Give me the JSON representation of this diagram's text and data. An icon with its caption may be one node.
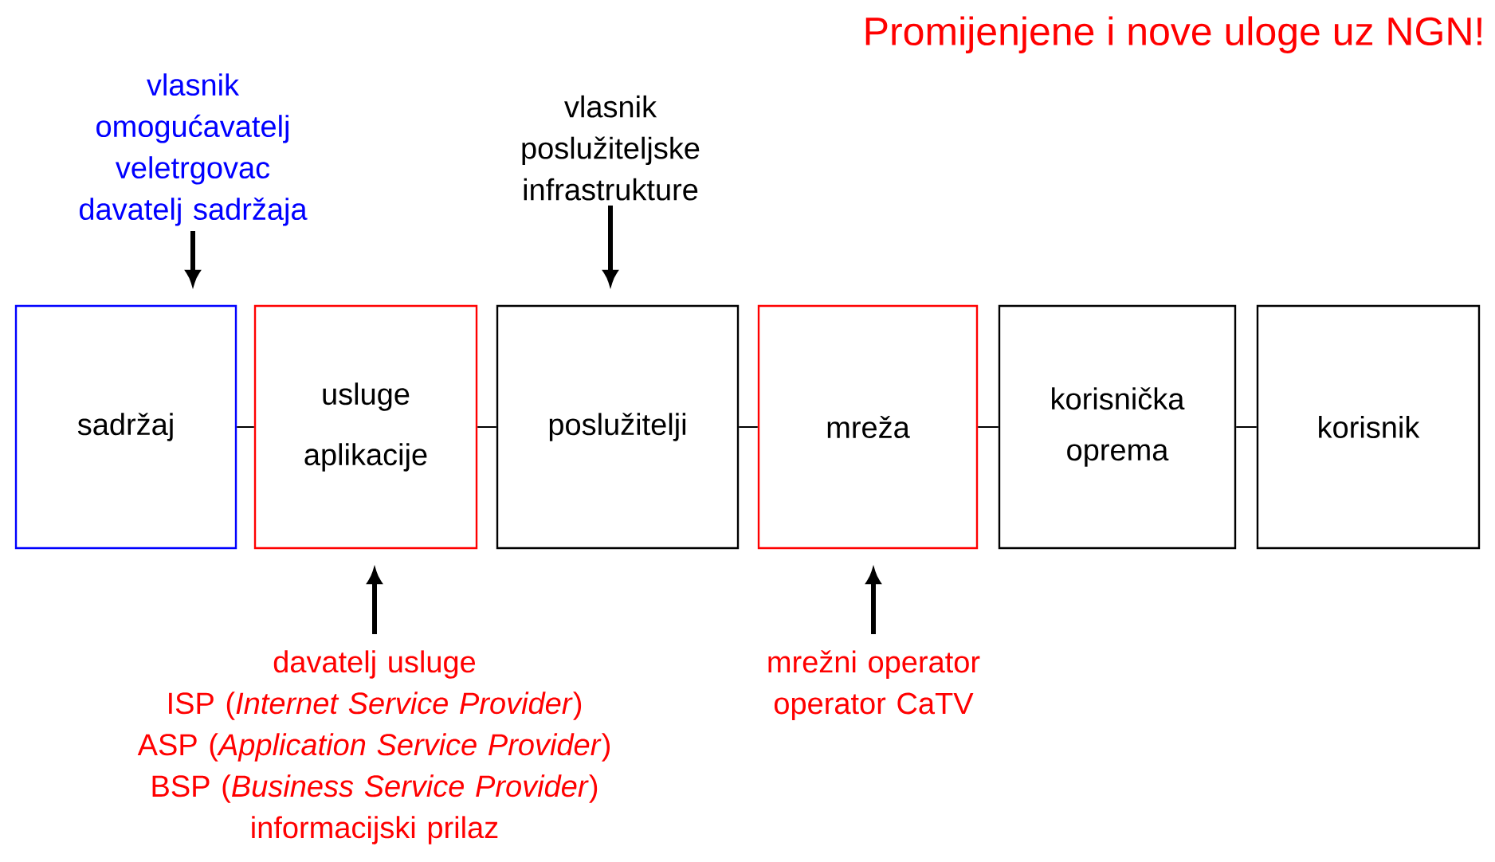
{
  "diagram": {
    "title": "Promijenjene i nove uloge uz NGN!",
    "nodes": [
      {
        "text": [
          "sadržaj"
        ]
      },
      {
        "text": [
          "usluge",
          "aplikacije"
        ]
      },
      {
        "text": [
          "poslužitelji"
        ]
      },
      {
        "text": [
          "mreža"
        ]
      },
      {
        "text": [
          "korisnička oprema"
        ]
      },
      {
        "text": [
          "korisnik"
        ]
      },
      {
        "text": [
          "vlasnik",
          "omogućavatelj",
          "veletrgovac",
          "davatelj sadržaja"
        ]
      },
      {
        "text": [
          "vlasnik poslužiteljske infrastrukture"
        ]
      },
      {
        "text": [
          "davatelj usluge",
          "ISP (*Internet Service Provider*)",
          "ASP (*Application Service Provider*)",
          "BSP (*Business Service Provider*)",
          "informacijski prilaz"
        ]
      },
      {
        "text": [
          "mrežni operator",
          "operator CaTV"
        ]
      }
    ],
    "edges": [
      {
        "from": 0,
        "to": 1,
        "arrow": "none"
      },
      {
        "from": 1,
        "to": 2,
        "arrow": "none"
      },
      {
        "from": 2,
        "to": 3,
        "arrow": "none"
      },
      {
        "from": 3,
        "to": 4,
        "arrow": "none"
      },
      {
        "from": 4,
        "to": 5,
        "arrow": "none"
      },
      {
        "from": 6,
        "to": 0,
        "arrow": "to",
        "style": "thick"
      },
      {
        "from": 7,
        "to": 2,
        "arrow": "to",
        "style": "thick"
      },
      {
        "from": 8,
        "to": 1,
        "arrow": "to",
        "style": "thick"
      },
      {
        "from": 9,
        "to": 3,
        "arrow": "to",
        "style": "thick"
      }
    ]
  }
}
